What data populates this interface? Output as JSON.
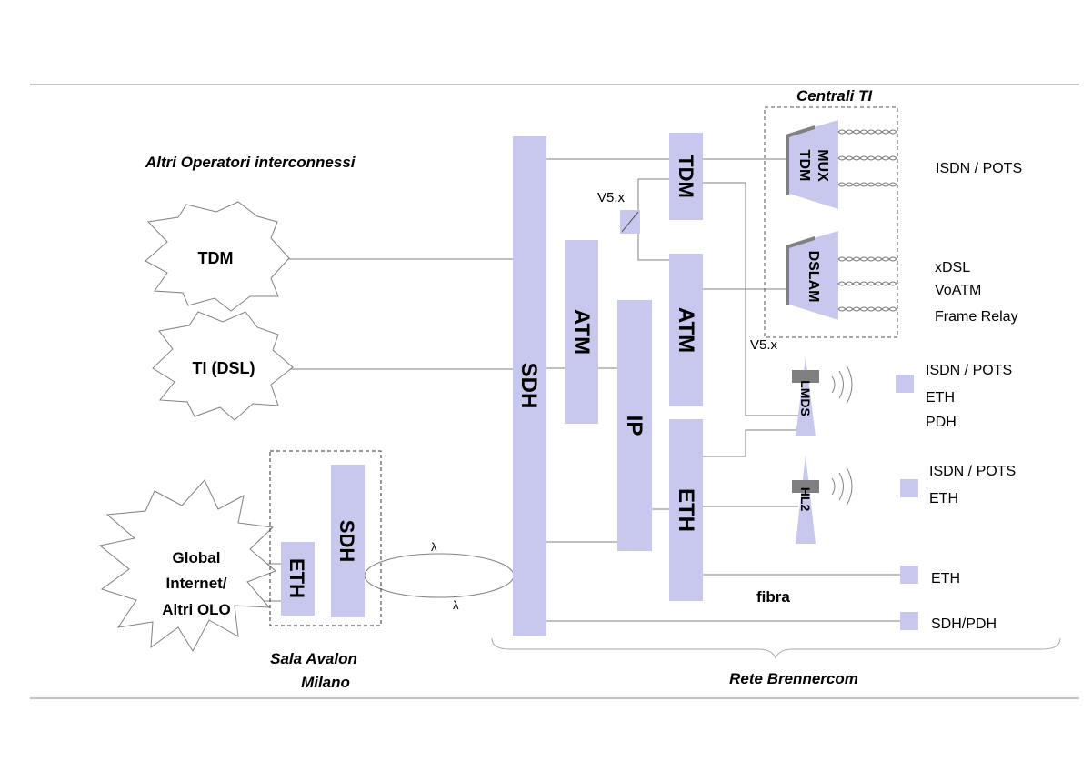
{
  "headings": {
    "altri_operatori": "Altri Operatori interconnessi",
    "centrali_ti": "Centrali TI",
    "sala_avalon_1": "Sala Avalon",
    "sala_avalon_2": "Milano",
    "rete_brennercom": "Rete Brennercom"
  },
  "clouds": {
    "tdm": "TDM",
    "ti_dsl": "TI (DSL)",
    "global_1": "Global",
    "global_2": "Internet/",
    "global_3": "Altri OLO"
  },
  "blocks": {
    "sdh_main": "SDH",
    "atm_left": "ATM",
    "ip": "IP",
    "tdm": "TDM",
    "atm_right": "ATM",
    "eth": "ETH",
    "avalon_sdh": "SDH",
    "avalon_eth": "ETH"
  },
  "equipment": {
    "mux_1": "MUX",
    "mux_2": "TDM",
    "dslam": "DSLAM",
    "lmds": "LMDS",
    "hl2": "HL2"
  },
  "labels": {
    "v5_top": "V5.x",
    "v5_bottom": "V5.x",
    "lambda_top": "λ",
    "lambda_bottom": "λ",
    "fibra": "fibra"
  },
  "services": {
    "mux": "ISDN / POTS",
    "dslam_1": "xDSL",
    "dslam_2": "VoATM",
    "dslam_3": "Frame Relay",
    "lmds_1": "ISDN / POTS",
    "lmds_2": "ETH",
    "lmds_3": "PDH",
    "hl2_1": "ISDN / POTS",
    "hl2_2": "ETH",
    "fibra_eth": "ETH",
    "sdh_pdh": "SDH/PDH"
  },
  "colors": {
    "block_fill": "#c8c8ee",
    "line": "#808080",
    "text": "#000000"
  }
}
